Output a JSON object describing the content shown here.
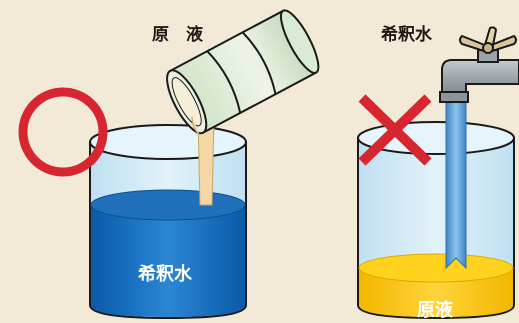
{
  "labels": {
    "top_left": "原　液",
    "top_right": "希釈水",
    "left_beaker": "希釈水",
    "right_beaker": "原液"
  },
  "marks": {
    "correct": "circle-mark",
    "incorrect": "cross-mark"
  },
  "colors": {
    "background": "#f2ead6",
    "mark_red": "#d7262f",
    "dilution_water": "#0b6ebd",
    "stock_solution": "#f5c400",
    "pour_stream": "#f4d8a6",
    "faucet": "#9aa3a9"
  }
}
